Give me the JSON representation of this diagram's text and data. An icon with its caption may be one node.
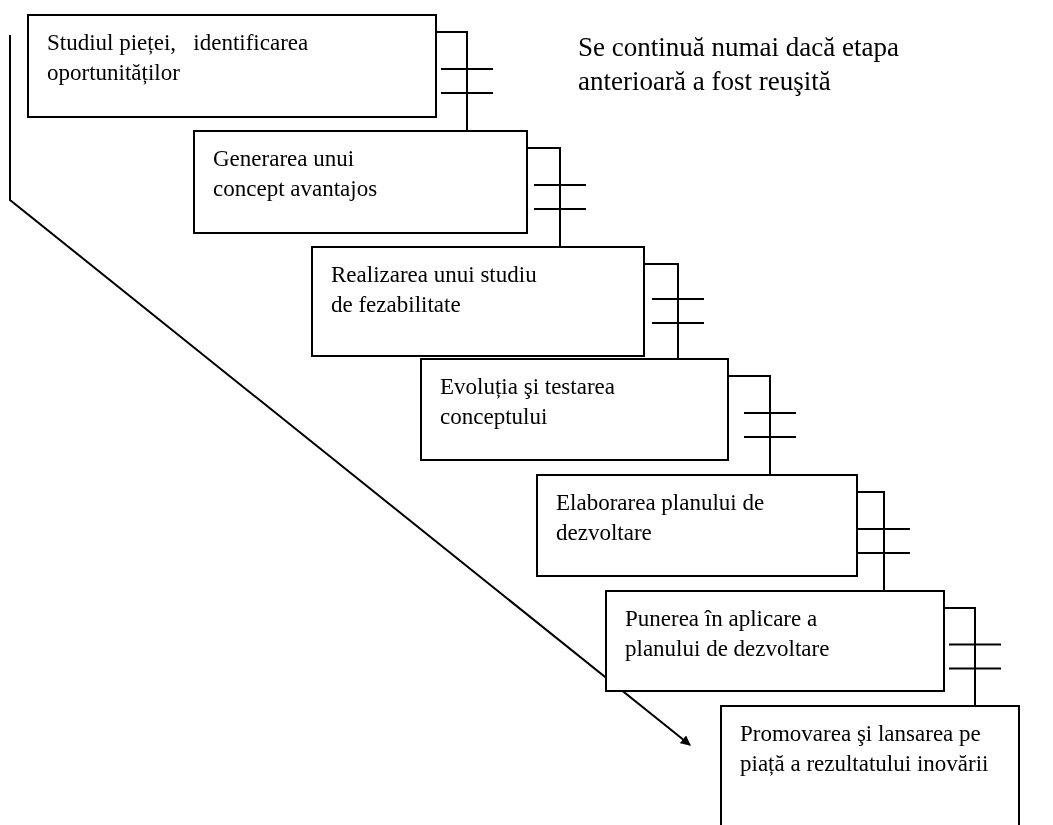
{
  "diagram": {
    "nodes": [
      {
        "text": [
          "Studiul pieței,   identificarea oportunităților"
        ]
      },
      {
        "text": [
          "Generarea unui concept avantajos"
        ]
      },
      {
        "text": [
          "Realizarea unui studiu de fezabilitate"
        ]
      },
      {
        "text": [
          "Evoluția şi testarea conceptului"
        ]
      },
      {
        "text": [
          "Elaborarea planului de dezvoltare"
        ]
      },
      {
        "text": [
          "Punerea în aplicare a planului de dezvoltare"
        ]
      },
      {
        "text": [
          "Promovarea şi lansarea pe piață a rezultatului inovării"
        ]
      }
    ],
    "edges": [
      {
        "from": 0,
        "to": 1,
        "arrow": "none"
      },
      {
        "from": 1,
        "to": 2,
        "arrow": "none"
      },
      {
        "from": 2,
        "to": 3,
        "arrow": "none"
      },
      {
        "from": 3,
        "to": 4,
        "arrow": "none"
      },
      {
        "from": 4,
        "to": 5,
        "arrow": "none"
      },
      {
        "from": 5,
        "to": 6,
        "arrow": "none"
      }
    ],
    "labels": [
      "Se continuă numai dacă etapa anterioară a fost reuşită"
    ]
  }
}
